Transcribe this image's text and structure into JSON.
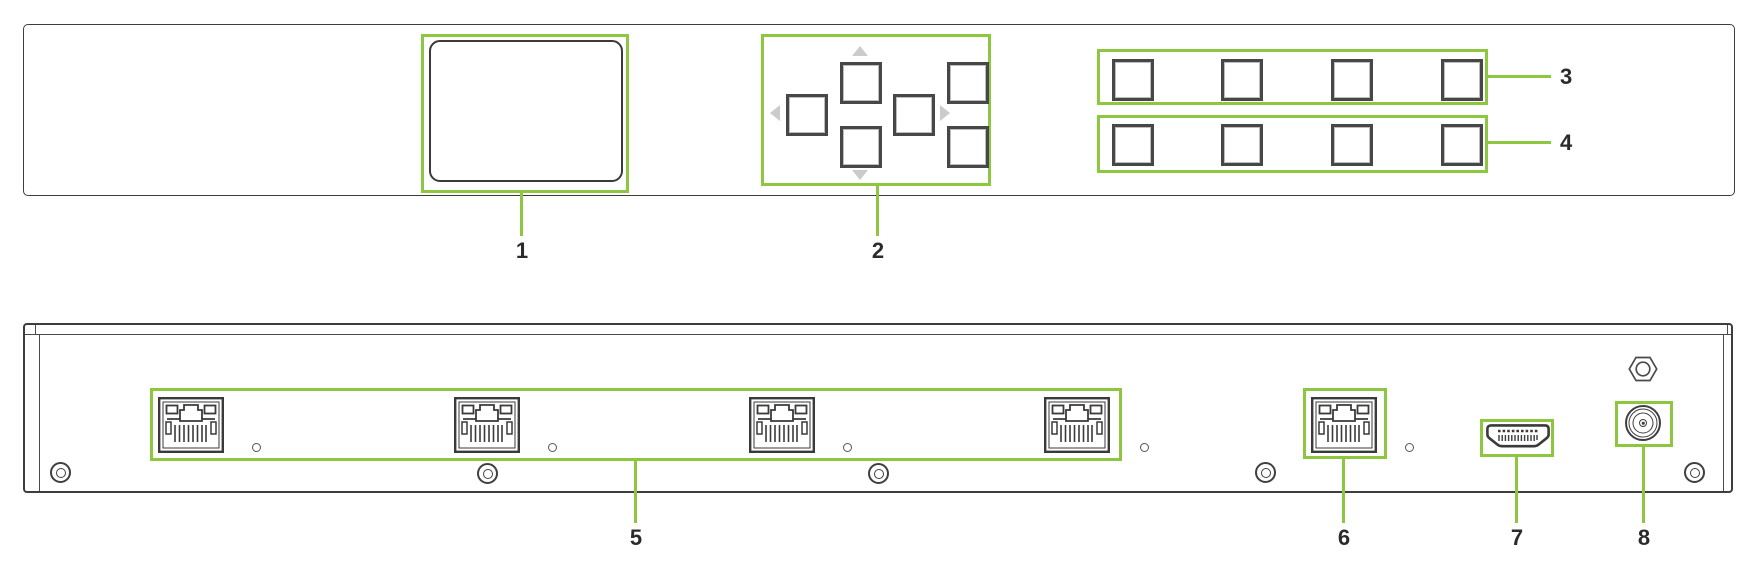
{
  "diagram": {
    "colors": {
      "accent_green": "#8dc63f",
      "panel_outline": "#3d3d3d",
      "label_text": "#2b2b2b"
    },
    "front_panel": {
      "callouts": [
        {
          "number": "1",
          "target": "lcd-display"
        },
        {
          "number": "2",
          "target": "navigation-keypad"
        },
        {
          "number": "3",
          "target": "upper-button-row"
        },
        {
          "number": "4",
          "target": "lower-button-row"
        }
      ]
    },
    "rear_panel": {
      "callouts": [
        {
          "number": "5",
          "target": "rj45-port-group"
        },
        {
          "number": "6",
          "target": "rj45-port"
        },
        {
          "number": "7",
          "target": "hdmi-port"
        },
        {
          "number": "8",
          "target": "dc-power-jack"
        }
      ]
    }
  }
}
